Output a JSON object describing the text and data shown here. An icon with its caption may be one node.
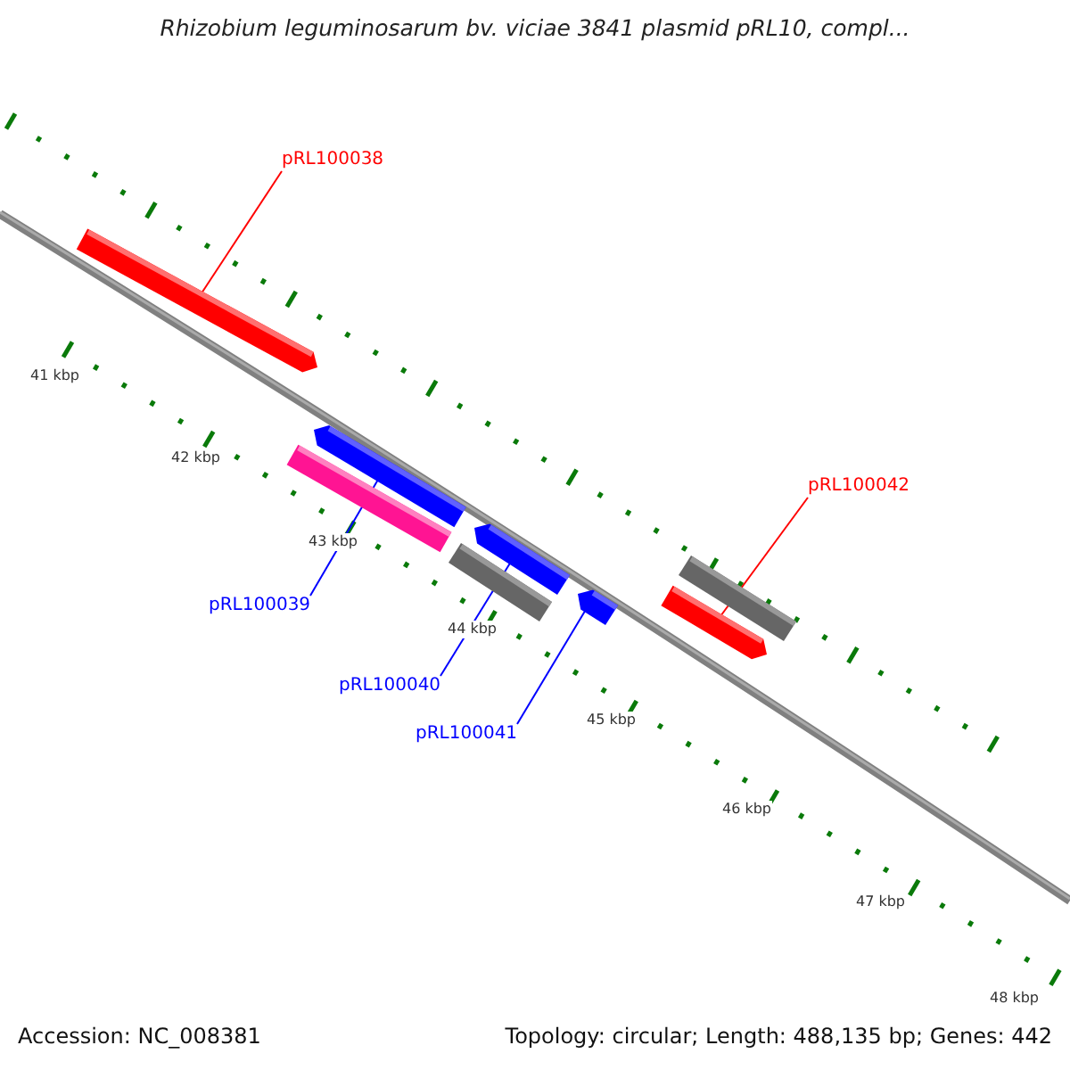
{
  "diagram": {
    "title": "Rhizobium leguminosarum bv. viciae 3841 plasmid pRL10, compl...",
    "nodes": [
      {
        "text": [
          "pRL100038"
        ]
      },
      {
        "text": [],
        "shape": "bar"
      },
      {
        "text": [],
        "shape": "bar"
      },
      {
        "text": [],
        "shape": "bar"
      },
      {
        "text": [
          "pRL100042"
        ]
      },
      {
        "text": [],
        "shape": "bar"
      },
      {
        "text": [],
        "shape": "bar"
      },
      {
        "text": [],
        "shape": "bar"
      },
      {
        "text": [],
        "shape": "bar"
      },
      {
        "text": [],
        "shape": "bar"
      },
      {
        "text": [
          "pRL100039"
        ]
      },
      {
        "text": [
          "pRL100040"
        ]
      },
      {
        "text": [
          "pRL100041"
        ]
      }
    ],
    "edges": [
      {
        "from": 0,
        "to": 1,
        "arrow": "none",
        "color": "#ff0000"
      },
      {
        "from": 4,
        "to": 8,
        "arrow": "none",
        "color": "#ff0000"
      },
      {
        "from": 10,
        "to": 2,
        "arrow": "none"
      },
      {
        "from": 11,
        "to": 6,
        "arrow": "none"
      },
      {
        "from": 12,
        "to": 9,
        "arrow": "none"
      }
    ],
    "labels": [
      "41 kbp",
      "42 kbp",
      "43 kbp",
      "44 kbp",
      "45 kbp",
      "46 kbp",
      "47 kbp",
      "48 kbp",
      "Accession: NC_008381",
      "Topology: circular; Length: 488,135 bp; Genes: 442"
    ]
  }
}
